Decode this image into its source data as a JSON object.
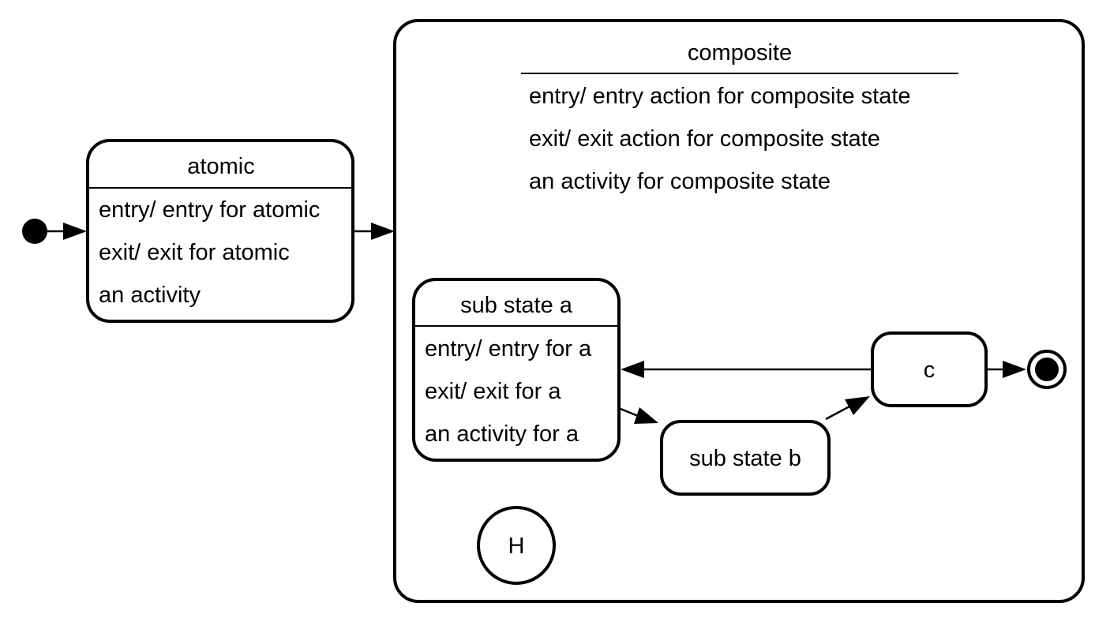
{
  "diagram": {
    "atomic": {
      "title": "atomic",
      "entry": "entry/ entry for atomic",
      "exit": "exit/ exit for atomic",
      "activity": "an activity"
    },
    "composite": {
      "title": "composite",
      "entry": "entry/ entry action for composite state",
      "exit": "exit/ exit action for composite state",
      "activity": "an activity for composite state"
    },
    "sub_state_a": {
      "title": "sub state a",
      "entry": "entry/ entry for a",
      "exit": "exit/ exit for a",
      "activity": "an activity for a"
    },
    "sub_state_b": {
      "title": "sub state b"
    },
    "state_c": {
      "title": "c"
    },
    "history": {
      "label": "H"
    }
  }
}
